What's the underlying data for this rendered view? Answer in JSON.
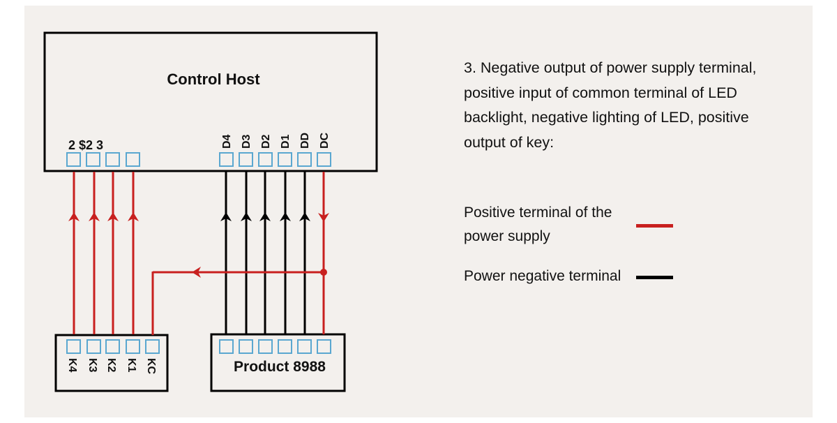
{
  "diagram": {
    "control_host": {
      "title": "Control Host",
      "left_port_label": "2 $2 3",
      "right_port_labels": [
        "D4",
        "D3",
        "D2",
        "D1",
        "DD",
        "DC"
      ]
    },
    "key_module": {
      "port_labels": [
        "K4",
        "K3",
        "K2",
        "K1",
        "KC"
      ]
    },
    "product": {
      "title": "Product 8988"
    }
  },
  "description": "3. Negative output of power supply terminal, positive input of common terminal of LED backlight, negative lighting of LED, positive output of key:",
  "legend": [
    {
      "label": "Positive terminal of the power supply",
      "color": "#c8201f"
    },
    {
      "label": "Power negative terminal",
      "color": "#000000"
    }
  ],
  "colors": {
    "background": "#f3f0ed",
    "positive": "#c8201f",
    "negative": "#000000",
    "port_outline": "#5aa7d0"
  }
}
